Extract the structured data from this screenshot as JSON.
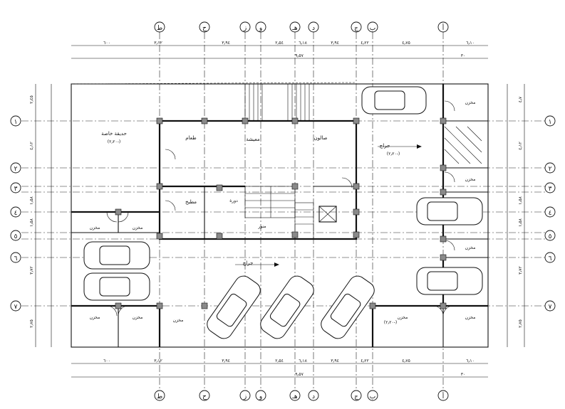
{
  "grid": {
    "columns": [
      "ط",
      "ح",
      "ز",
      "و",
      "هـ",
      "د",
      "ج",
      "ب",
      "أ"
    ],
    "rows": [
      "١",
      "٢",
      "٣",
      "٤",
      "٥",
      "٦",
      "٧"
    ]
  },
  "dimensions": {
    "top_row1": [
      "٦٠٠",
      "٣٫١٢",
      "٣٫٩٤",
      "٢٫٥٤",
      "٦٫١٨",
      "٣٫٩٤",
      "٤٫٢٢",
      "٤٫٧٥",
      "٦٫١٠"
    ],
    "top_row2": [
      "٩٫٥٧",
      "٣٠"
    ],
    "bottom_row1": [
      "٦٠٠",
      "٣٫١٢",
      "٣٫٩٤",
      "٢٫٥٤",
      "٦٫١٨",
      "٣٫٩٤",
      "٤٫٢٢",
      "٤٫٧٥",
      "٦٫١٠"
    ],
    "bottom_row2": [
      "٩٫٥٧",
      "٣٠"
    ],
    "left": [
      "٢٫٤٥",
      "٤٫١٢",
      "١٫٥٨",
      "١٫٥٨",
      "٣٫٧٢",
      "٢٫٧٥"
    ],
    "right": [
      "٤٫٧",
      "٤٫١٢",
      "١٫٥٨",
      "١٫٥٨",
      "٣٫٧٢",
      "٢٫٧٥"
    ]
  },
  "rooms": {
    "garden": "حديقة خاصة",
    "garden_level": "(٢٫٢٠-)",
    "dining": "طعام",
    "living": "معيشة",
    "salon": "صالون",
    "kitchen": "مطبخ",
    "bath": "دورة",
    "ramp": "منور",
    "garage_top": "جراج",
    "garage_top_level": "(٢٫٢٠-)",
    "garage_bottom": "جراج",
    "garage_bottom_level": "(٢٫٢٠-)",
    "store": "مخزن"
  }
}
